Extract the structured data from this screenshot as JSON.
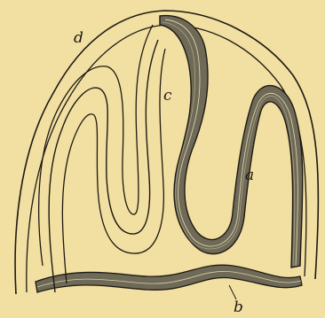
{
  "figure": {
    "background_color": "#f2dfa2",
    "ink_color": "#1e1a12",
    "shading_color": "#6f6a58",
    "labels": {
      "a": "a",
      "b": "b",
      "c": "c",
      "d": "d"
    }
  }
}
